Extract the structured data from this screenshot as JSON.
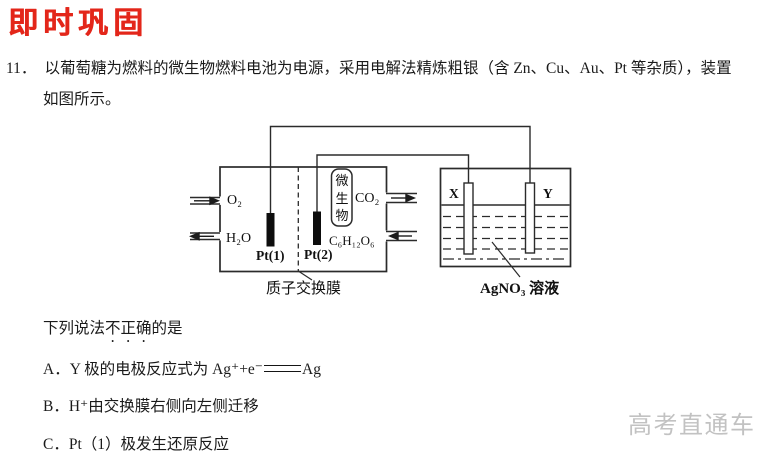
{
  "logo": "即时巩固",
  "question": {
    "number": "11．",
    "line1": "以葡萄糖为燃料的微生物燃料电池为电源，采用电解法精炼粗银（含 Zn、Cu、Au、Pt 等杂质），装置",
    "line2": "如图所示。",
    "stem_prefix": "下列说法",
    "stem_emphasis": "不正确",
    "stem_suffix": "的是"
  },
  "diagram": {
    "fuel_cell": {
      "o2": "O₂",
      "h2o": "H₂O",
      "pt1": "Pt(1)",
      "pt2": "Pt(2)",
      "microbe": "微生物",
      "co2": "CO₂",
      "glucose": "C₆H₁₂O₆",
      "membrane_label": "质子交换膜"
    },
    "electrolysis_cell": {
      "x_electrode": "X",
      "y_electrode": "Y",
      "solution_label": "AgNO₃ 溶液"
    }
  },
  "options": {
    "a_prefix": "A．Y 极的电极反应式为 Ag⁺+e⁻",
    "a_suffix": "Ag",
    "b": "B．H⁺由交换膜右侧向左侧迁移",
    "c": "C．Pt（1）极发生还原反应"
  },
  "watermark": "高考直通车",
  "colors": {
    "logo_red": "#e3261a",
    "ink": "#1a1a1a",
    "diagram_stroke": "#2b2b2b",
    "watermark_gray": "#c2c2c2"
  }
}
